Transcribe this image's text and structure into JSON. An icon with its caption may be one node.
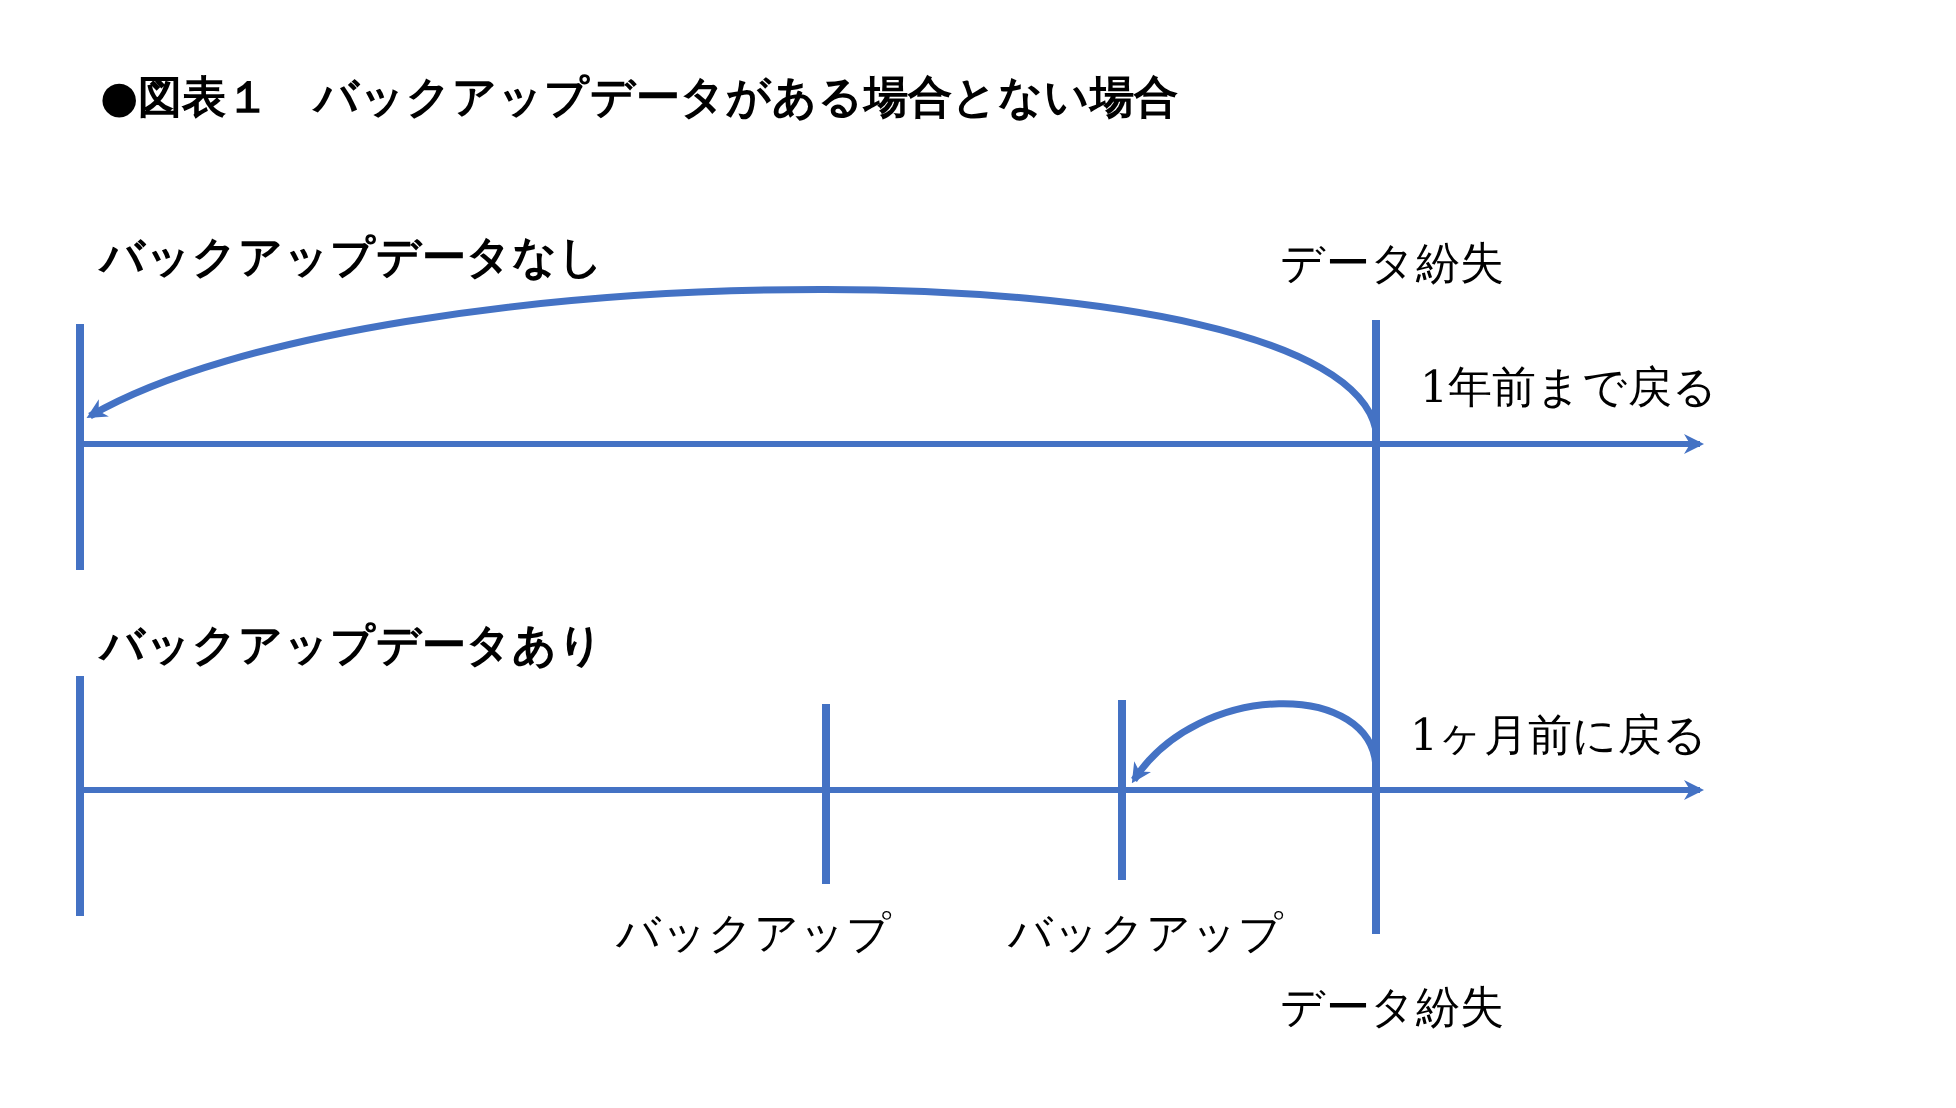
{
  "diagram": {
    "title": "●図表１　バックアップデータがある場合とない場合",
    "nodes": [
      {
        "text": [],
        "shape": "bar"
      },
      {
        "text": [],
        "shape": "bar",
        "beside": [
          "データ紛失",
          "データ紛失"
        ]
      },
      {
        "text": [],
        "shape": "bar"
      },
      {
        "text": [],
        "shape": "bar",
        "beside": [
          "バックアップ"
        ]
      },
      {
        "text": [],
        "shape": "bar",
        "beside": [
          "バックアップ"
        ]
      }
    ],
    "edges": [
      {
        "from": 1,
        "to": 0,
        "arrow": "to",
        "label": "1年前まで戻る"
      },
      {
        "from": 1,
        "to": 4,
        "arrow": "to",
        "label": "1ヶ月前に戻る"
      }
    ],
    "labels": [
      "バックアップデータなし",
      "バックアップデータあり"
    ]
  }
}
